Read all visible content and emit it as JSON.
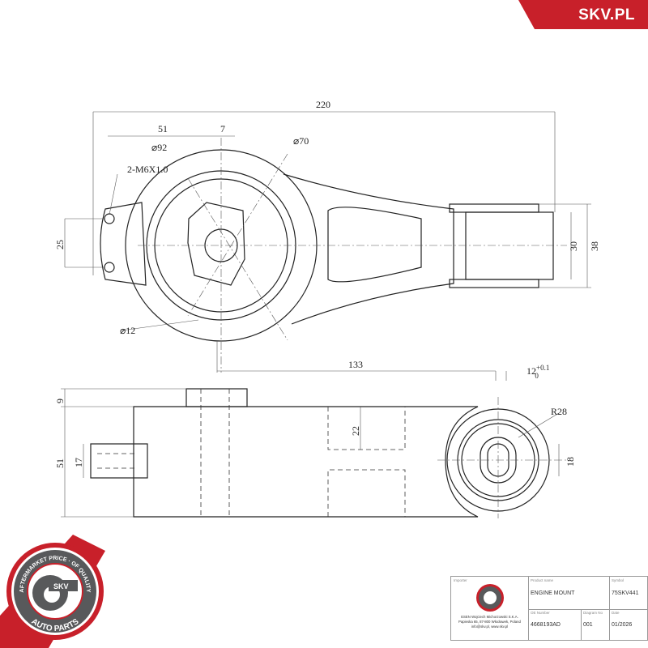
{
  "brand": {
    "name": "SKV.PL",
    "color": "#c8202a"
  },
  "badge": {
    "top_text": "AFTERMARKET PRICE · OF QUALITY",
    "center_text": "SKV",
    "bottom_text": "AUTO PARTS"
  },
  "dimensions": {
    "overall_length": "220",
    "hole_offset": "51",
    "offset_7": "7",
    "dia_92": "⌀92",
    "dia_70": "⌀70",
    "thread": "2-M6X1.0",
    "hole_spacing": "25",
    "bushing_inner": "30",
    "bushing_outer": "38",
    "dia_12": "⌀12",
    "center_distance": "133",
    "width_12": "12",
    "tol_upper": "+0.1",
    "tol_lower": "0",
    "height_9": "9",
    "height_51": "51",
    "slot_17": "17",
    "depth_22": "22",
    "radius": "R28",
    "bore_18": "18"
  },
  "title_block": {
    "importer_label": "Importer",
    "importer_lines": [
      "ESEN Wojciech Michorzowski S.K.A.",
      "Papieska 65, 87-800 Włocławek, Poland",
      "info@skv.pl, www.skv.pl"
    ],
    "product_name_label": "Product name",
    "product_name": "ENGINE MOUNT",
    "symbol_label": "Symbol",
    "symbol": "75SKV441",
    "oe_label": "OE Number",
    "oe_number": "4668193AD",
    "diagram_label": "Diagram No",
    "diagram_no": "001",
    "date_label": "Date",
    "date": "01/2026"
  }
}
